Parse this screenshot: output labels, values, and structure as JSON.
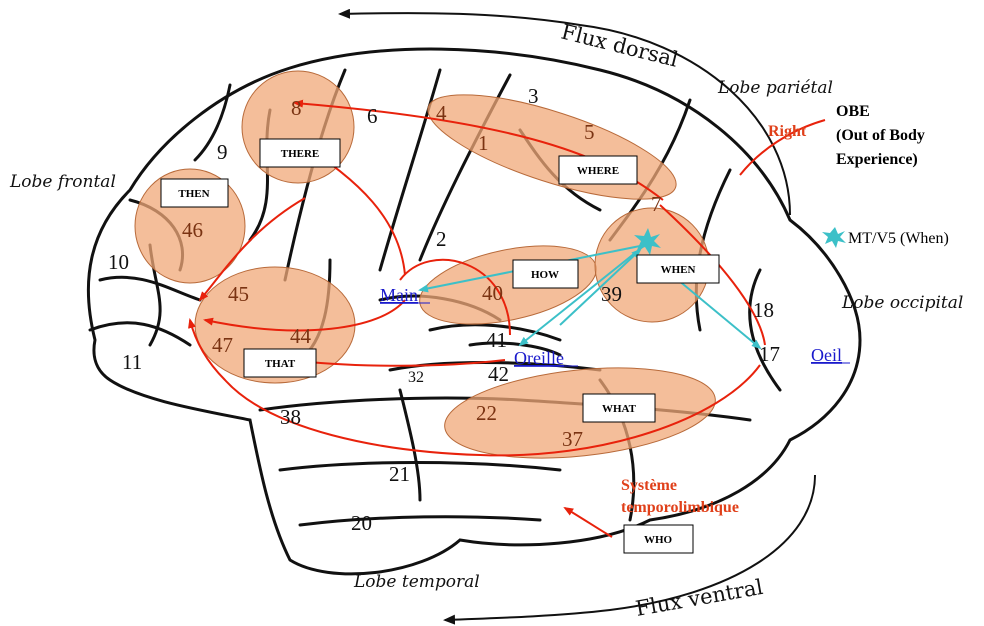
{
  "flux": {
    "dorsal": "Flux dorsal",
    "ventral": "Flux ventral"
  },
  "lobes": {
    "frontal": "Lobe frontal",
    "parietal": "Lobe pariétal",
    "occipital": "Lobe occipital",
    "temporal": "Lobe temporal"
  },
  "areas": {
    "a3": "3",
    "a4": "4",
    "a1": "1",
    "a5": "5",
    "a6": "6",
    "a8": "8",
    "a9": "9",
    "a7": "7",
    "a2": "2",
    "a46": "46",
    "a10": "10",
    "a45": "45",
    "a40": "40",
    "a39": "39",
    "a18": "18",
    "a44": "44",
    "a47": "47",
    "a41": "41",
    "a11": "11",
    "a32": "32",
    "a42": "42",
    "a17": "17",
    "a22": "22",
    "a38": "38",
    "a37": "37",
    "a21": "21",
    "a20": "20"
  },
  "boxes": {
    "then": "THEN",
    "there": "THERE",
    "where": "WHERE",
    "how": "HOW",
    "when": "WHEN",
    "that": "THAT",
    "what": "WHAT",
    "who": "WHO"
  },
  "links": {
    "main": "Main",
    "oreille": "Oreille",
    "oeil": "Oeil"
  },
  "obe": {
    "right": "Right",
    "line1": "OBE",
    "line2": "(Out of Body",
    "line3": "Experience)"
  },
  "legend": {
    "mt": "MT/V5 (When)"
  },
  "limbic": {
    "line1": "Système",
    "line2": "temporolimbique"
  },
  "colors": {
    "highlight": "#f0a878",
    "red_path": "#e8220c",
    "cyan_path": "#3cc0c8",
    "link": "#1a1acc"
  }
}
